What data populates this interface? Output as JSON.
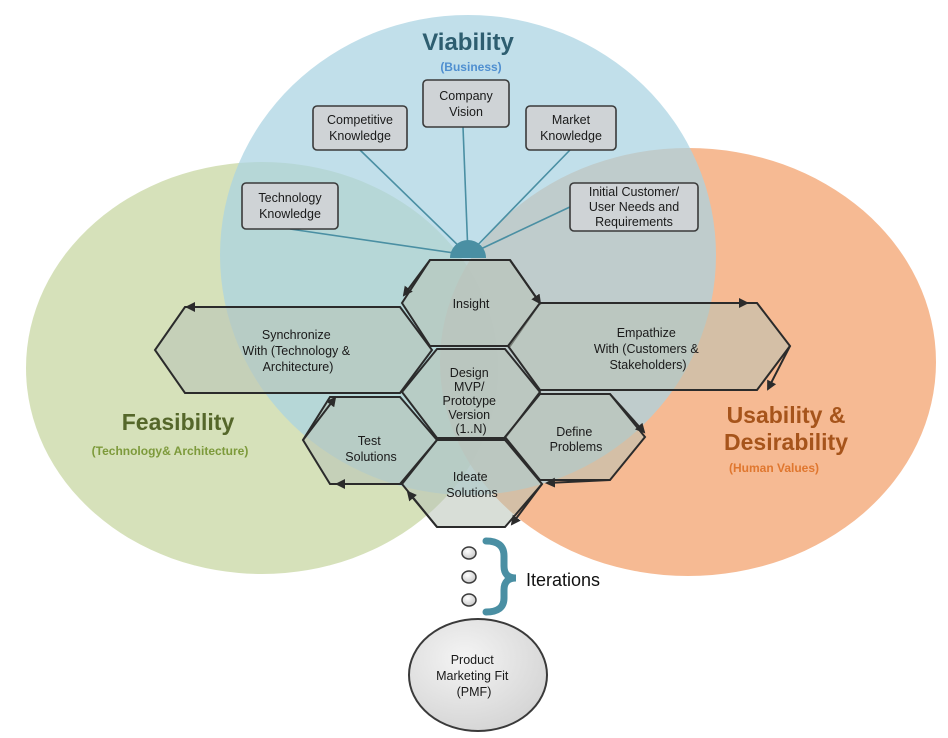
{
  "circles": {
    "viability": {
      "title": "Viability",
      "subtitle": "(Business)",
      "fill": "#a9d2e2",
      "title_color": "#2e5e70",
      "subtitle_color": "#4f8fd0"
    },
    "feasibility": {
      "title": "Feasibility",
      "subtitle": "(Technology& Architecture)",
      "fill": "#cfdcae",
      "title_color": "#55672a",
      "subtitle_color": "#7d9a3b"
    },
    "usability": {
      "title_line1": "Usability &",
      "title_line2": "Desirability",
      "subtitle": "(Human Values)",
      "fill": "#f4ae80",
      "title_color": "#a6541b",
      "subtitle_color": "#e0772f"
    }
  },
  "inputs": {
    "technology": [
      "Technology",
      "Knowledge"
    ],
    "competitive": [
      "Competitive",
      "Knowledge"
    ],
    "company_vision": [
      "Company",
      "Vision"
    ],
    "market": [
      "Market",
      "Knowledge"
    ],
    "customer_needs": [
      "Initial Customer/",
      "User Needs and",
      "Requirements"
    ]
  },
  "hexagons": {
    "insight": [
      "Insight"
    ],
    "synchronize": [
      "Synchronize",
      "With (Technology &",
      "Architecture)"
    ],
    "empathize": [
      "Empathize",
      "With (Customers &",
      "Stakeholders)"
    ],
    "design": [
      "Design",
      "MVP/",
      "Prototype",
      "Version",
      "(1..N)"
    ],
    "test": [
      "Test",
      "Solutions"
    ],
    "define": [
      "Define",
      "Problems"
    ],
    "ideate": [
      "Ideate",
      "Solutions"
    ]
  },
  "iterations": {
    "label": "Iterations",
    "brace_color": "#4a8fa3"
  },
  "pmf": [
    "Product",
    "Marketing Fit",
    "(PMF)"
  ],
  "colors": {
    "hub": "#4a8fa3",
    "connector": "#4a8fa3",
    "box_fill": "#cfd3d6",
    "hex_stroke": "#2b2b2b"
  }
}
